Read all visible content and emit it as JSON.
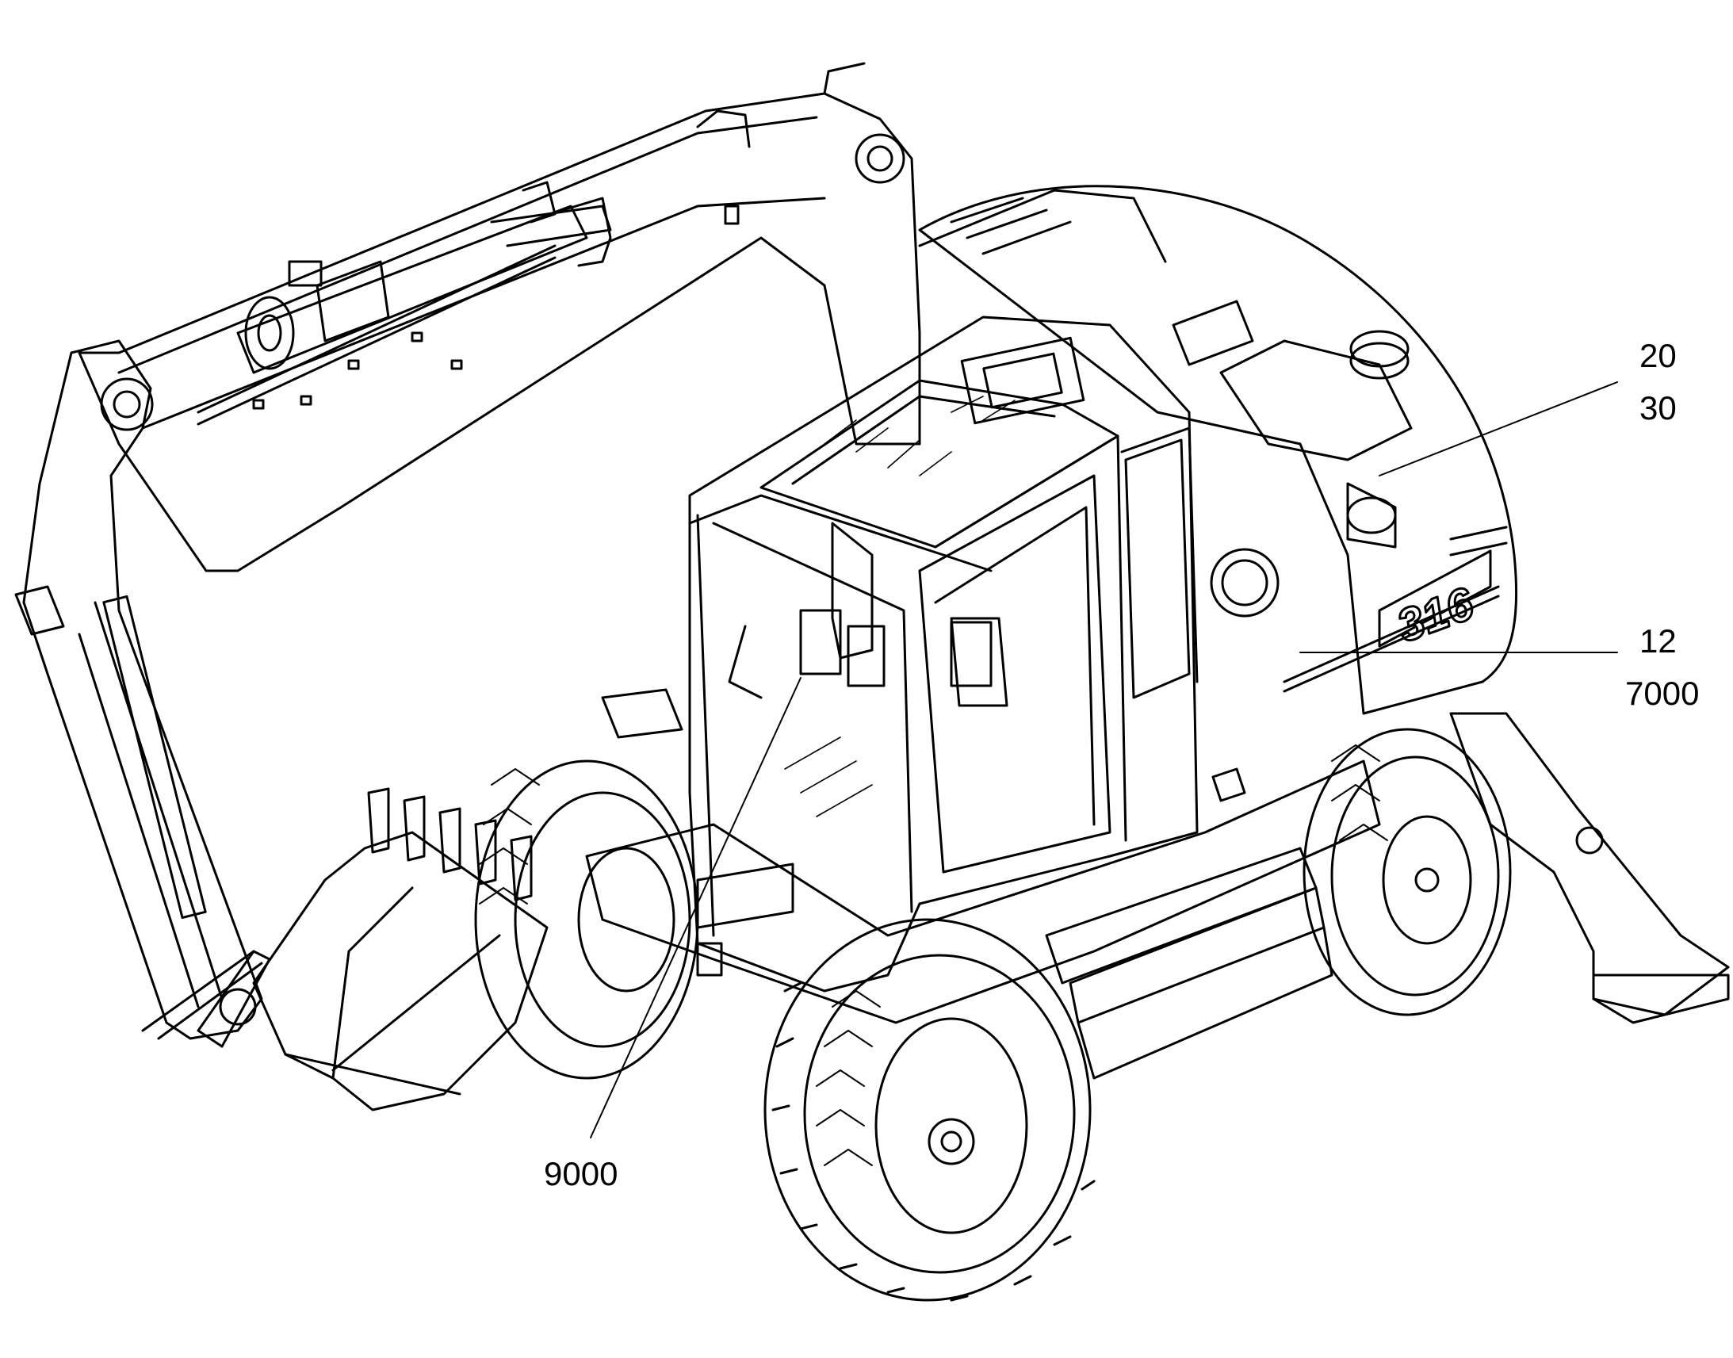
{
  "figure": {
    "model_badge": "316",
    "colors": {
      "ink": "#000000",
      "paper": "#ffffff"
    }
  },
  "callouts": {
    "upper_right_a": "20",
    "upper_right_b": "30",
    "right_mid_a": "12",
    "right_mid_b": "7000",
    "bottom": "9000"
  }
}
